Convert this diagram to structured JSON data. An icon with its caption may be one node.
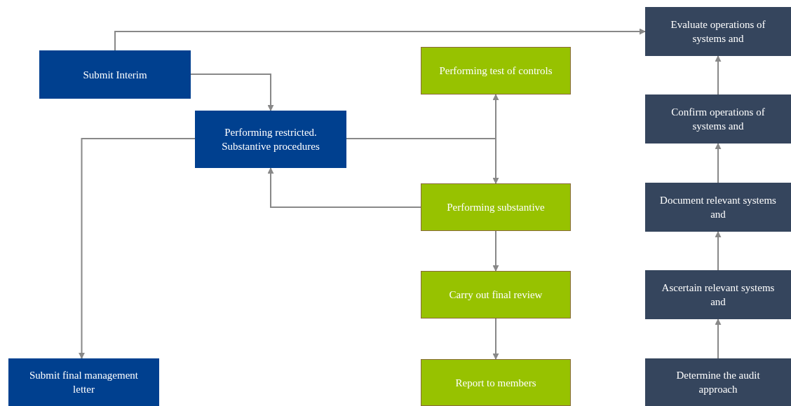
{
  "diagram": {
    "nodes": [
      {
        "text": [
          "Submit Interim"
        ]
      },
      {
        "text": [
          "Performing restricted. Substantive procedures"
        ]
      },
      {
        "text": [
          "Performing test of controls"
        ]
      },
      {
        "text": [
          "Performing substantive"
        ]
      },
      {
        "text": [
          "Carry out final review"
        ]
      },
      {
        "text": [
          "Report to members"
        ]
      },
      {
        "text": [
          "Submit final management letter"
        ]
      },
      {
        "text": [
          "Evaluate operations of systems and"
        ]
      },
      {
        "text": [
          "Confirm operations of systems and"
        ]
      },
      {
        "text": [
          "Document relevant systems and"
        ]
      },
      {
        "text": [
          "Ascertain relevant systems and"
        ]
      },
      {
        "text": [
          "Determine the audit approach"
        ]
      }
    ],
    "edges": [
      {
        "from": 0,
        "to": 7,
        "arrow": "to"
      },
      {
        "from": 0,
        "to": 1,
        "arrow": "to"
      },
      {
        "from": 1,
        "to": 6,
        "arrow": "to"
      },
      {
        "from": 1,
        "to": 2,
        "arrow": "to"
      },
      {
        "from": 1,
        "to": 3,
        "arrow": "to"
      },
      {
        "from": 3,
        "to": 1,
        "arrow": "to"
      },
      {
        "from": 3,
        "to": 4,
        "arrow": "to"
      },
      {
        "from": 4,
        "to": 5,
        "arrow": "to"
      },
      {
        "from": 11,
        "to": 10,
        "arrow": "to"
      },
      {
        "from": 10,
        "to": 9,
        "arrow": "to"
      },
      {
        "from": 9,
        "to": 8,
        "arrow": "to"
      },
      {
        "from": 8,
        "to": 7,
        "arrow": "to"
      }
    ]
  }
}
